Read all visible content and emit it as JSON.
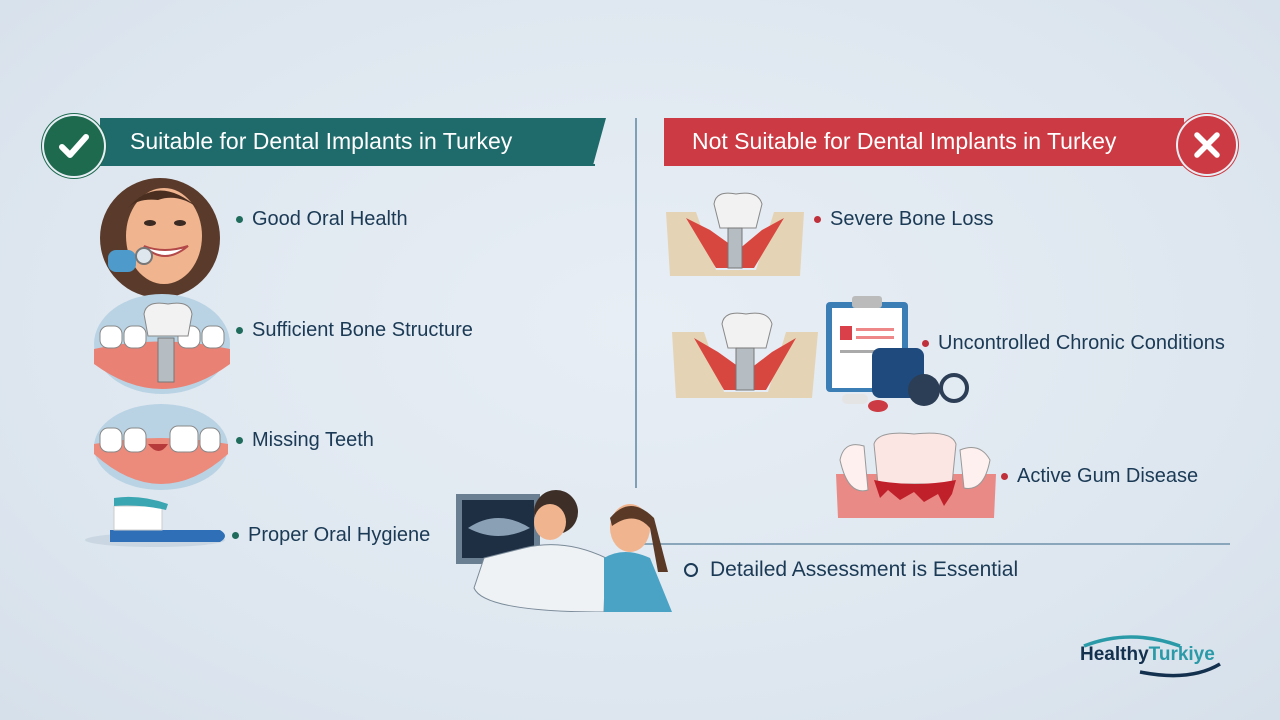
{
  "header_left": {
    "title": "Suitable for Dental Implants in Turkey",
    "icon": "checkmark-icon",
    "color": "#1f6b6c"
  },
  "header_right": {
    "title": "Not Suitable for Dental Implants in Turkey",
    "icon": "x-icon",
    "color": "#cc3b43"
  },
  "suitable": {
    "items": [
      {
        "label": "Good Oral Health",
        "icon": "smiling-woman-dental-mirror-icon"
      },
      {
        "label": "Sufficient Bone Structure",
        "icon": "dental-implant-icon"
      },
      {
        "label": "Missing Teeth",
        "icon": "missing-tooth-gum-icon"
      },
      {
        "label": "Proper Oral Hygiene",
        "icon": "toothbrush-icon"
      }
    ]
  },
  "not_suitable": {
    "items": [
      {
        "label": "Severe Bone Loss",
        "icon": "implant-bone-loss-icon"
      },
      {
        "label": "Uncontrolled Chronic Conditions",
        "icon": "clipboard-medical-icon"
      },
      {
        "label": "Active Gum Disease",
        "icon": "bleeding-gum-icon"
      }
    ]
  },
  "footer": {
    "label": "Detailed Assessment is Essential",
    "icon": "dentist-xray-review-icon"
  },
  "logo": {
    "part1": "Healthy",
    "part2": "Turkiye",
    "color1": "#14304f",
    "color2": "#2a9aa8"
  }
}
